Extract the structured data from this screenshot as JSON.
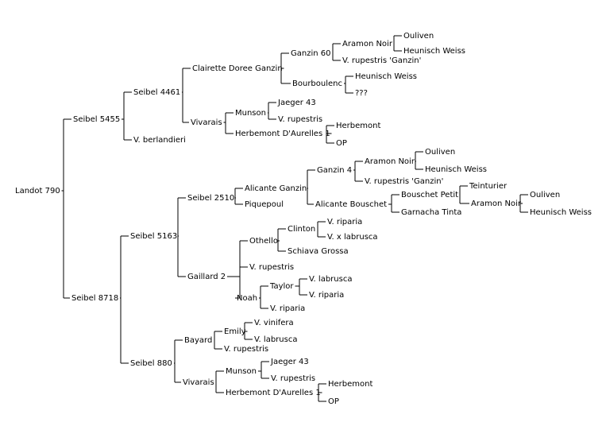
{
  "pedigree": {
    "root": {
      "name": "Landot 790",
      "children": [
        {
          "name": "Seibel 5455",
          "children": [
            {
              "name": "Seibel 4461",
              "children": [
                {
                  "name": "Clairette Doree Ganzin",
                  "children": [
                    {
                      "name": "Ganzin 60",
                      "children": [
                        {
                          "name": "Aramon Noir",
                          "children": [
                            {
                              "name": "Ouliven"
                            },
                            {
                              "name": "Heunisch Weiss"
                            }
                          ]
                        },
                        {
                          "name": "V. rupestris 'Ganzin'"
                        }
                      ]
                    },
                    {
                      "name": "Bourboulenc",
                      "children": [
                        {
                          "name": "Heunisch Weiss"
                        },
                        {
                          "name": "???"
                        }
                      ]
                    }
                  ]
                },
                {
                  "name": "Vivarais",
                  "children": [
                    {
                      "name": "Munson",
                      "children": [
                        {
                          "name": "Jaeger 43"
                        },
                        {
                          "name": "V. rupestris"
                        }
                      ]
                    },
                    {
                      "name": "Herbemont D'Aurelles 1",
                      "children": [
                        {
                          "name": "Herbemont"
                        },
                        {
                          "name": "OP"
                        }
                      ]
                    }
                  ]
                }
              ]
            },
            {
              "name": "V. berlandieri"
            }
          ]
        },
        {
          "name": "Seibel 8718",
          "children": [
            {
              "name": "Seibel 5163",
              "children": [
                {
                  "name": "Seibel 2510",
                  "children": [
                    {
                      "name": "Alicante Ganzin",
                      "children": [
                        {
                          "name": "Ganzin 4",
                          "children": [
                            {
                              "name": "Aramon Noir",
                              "children": [
                                {
                                  "name": "Ouliven"
                                },
                                {
                                  "name": "Heunisch Weiss"
                                }
                              ]
                            },
                            {
                              "name": "V. rupestris 'Ganzin'"
                            }
                          ]
                        },
                        {
                          "name": "Alicante Bouschet",
                          "children": [
                            {
                              "name": "Bouschet Petit",
                              "children": [
                                {
                                  "name": "Teinturier"
                                },
                                {
                                  "name": "Aramon Noir",
                                  "children": [
                                    {
                                      "name": "Ouliven"
                                    },
                                    {
                                      "name": "Heunisch Weiss"
                                    }
                                  ]
                                }
                              ]
                            },
                            {
                              "name": "Garnacha Tinta"
                            }
                          ]
                        }
                      ]
                    },
                    {
                      "name": "Piquepoul"
                    }
                  ]
                },
                {
                  "name": "Gaillard 2",
                  "children": [
                    {
                      "name": "Othello",
                      "children": [
                        {
                          "name": "Clinton",
                          "children": [
                            {
                              "name": "V. riparia"
                            },
                            {
                              "name": "V. x labrusca"
                            }
                          ]
                        },
                        {
                          "name": "Schiava Grossa"
                        }
                      ]
                    },
                    {
                      "name": "V. rupestris"
                    },
                    {
                      "name": "Noah",
                      "children": [
                        {
                          "name": "Taylor",
                          "children": [
                            {
                              "name": "V. labrusca"
                            },
                            {
                              "name": "V. riparia"
                            }
                          ]
                        },
                        {
                          "name": "V. riparia"
                        }
                      ]
                    }
                  ]
                }
              ]
            },
            {
              "name": "Seibel 880",
              "children": [
                {
                  "name": "Bayard",
                  "children": [
                    {
                      "name": "Emily",
                      "children": [
                        {
                          "name": "V. vinifera"
                        },
                        {
                          "name": "V. labrusca"
                        }
                      ]
                    },
                    {
                      "name": "V. rupestris"
                    }
                  ]
                },
                {
                  "name": "Vivarais",
                  "children": [
                    {
                      "name": "Munson",
                      "children": [
                        {
                          "name": "Jaeger 43"
                        },
                        {
                          "name": "V. rupestris"
                        }
                      ]
                    },
                    {
                      "name": "Herbemont D'Aurelles 1",
                      "children": [
                        {
                          "name": "Herbemont"
                        },
                        {
                          "name": "OP"
                        }
                      ]
                    }
                  ]
                }
              ]
            }
          ]
        }
      ]
    }
  }
}
